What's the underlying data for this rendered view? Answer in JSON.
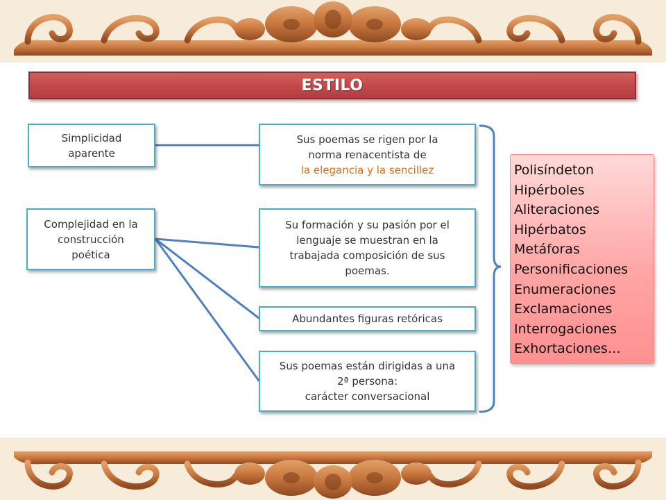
{
  "title": "ESTILO",
  "features": {
    "simplicity": [
      "Simplicidad",
      "aparente"
    ],
    "complexity": [
      "Complejidad en la",
      "construcción",
      "poética"
    ]
  },
  "explanations": {
    "renaissance": {
      "lines": [
        "Sus poemas se rigen por la",
        "norma renacentista de"
      ],
      "highlight": "la elegancia y la sencillez"
    },
    "training": [
      "Su formación y su pasión por el",
      "lenguaje se muestran en la",
      "trabajada composición de sus",
      "poemas."
    ],
    "figures": "Abundantes figuras retóricas",
    "second_person": [
      "Sus poemas están dirigidas a una",
      "2ª persona:",
      "carácter conversacional"
    ]
  },
  "rhetorical_figures": [
    "Polisíndeton",
    "Hipérboles",
    "Aliteraciones",
    "Hipérbatos",
    "Metáforas",
    "Personificaciones",
    "Enumeraciones",
    "Exclamaciones",
    "Interrogaciones",
    "Exhortaciones…"
  ],
  "colors": {
    "title_bar": "#c2474a",
    "box_border": "#4bacc6",
    "connector": "#4f81bd",
    "highlight": "#e46c0a",
    "figures_fill": "#ffa6a6",
    "ornament": "#c8773e"
  }
}
